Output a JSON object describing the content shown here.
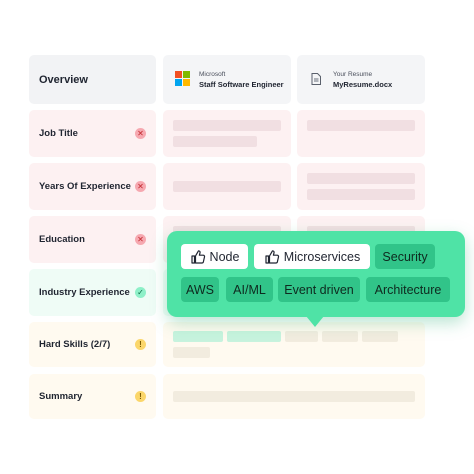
{
  "header": {
    "overview_label": "Overview",
    "job": {
      "company": "Microsoft",
      "title": "Staff Software Engineer",
      "logo_colors": [
        "#f25022",
        "#7fba00",
        "#00a4ef",
        "#ffb900"
      ]
    },
    "resume": {
      "caption": "Your Resume",
      "file": "MyResume.docx"
    }
  },
  "rows": [
    {
      "label": "Job Title",
      "status": "mismatch",
      "status_glyph": "✕"
    },
    {
      "label": "Years Of Experience",
      "status": "mismatch",
      "status_glyph": "✕"
    },
    {
      "label": "Education",
      "status": "mismatch",
      "status_glyph": "✕"
    },
    {
      "label": "Industry Experience",
      "status": "match",
      "status_glyph": "✓"
    },
    {
      "label": "Hard Skills (2/7)",
      "status": "warning",
      "status_glyph": "!"
    },
    {
      "label": "Summary",
      "status": "warning",
      "status_glyph": "!"
    }
  ],
  "skills_popover": {
    "row1": [
      {
        "label": "Node",
        "style": "matched",
        "icon": "thumbs-up-icon"
      },
      {
        "label": "Microservices",
        "style": "matched",
        "icon": "thumbs-up-icon"
      },
      {
        "label": "Security",
        "style": "missing"
      }
    ],
    "row2": [
      {
        "label": "AWS",
        "style": "missing"
      },
      {
        "label": "AI/ML",
        "style": "missing"
      },
      {
        "label": "Event driven",
        "style": "missing"
      },
      {
        "label": "Architecture",
        "style": "missing"
      }
    ]
  },
  "colors": {
    "mismatch_bg": "#fdf1f2",
    "mismatch_bar": "#f1dfe2",
    "match_bg": "#effcf6",
    "warning_bg": "#fffaf0",
    "warning_bar": "#f2ecdf",
    "skill_match_bar": "#c7f3de",
    "popover": "#4fe3a6",
    "chip_missing": "#31c489"
  }
}
